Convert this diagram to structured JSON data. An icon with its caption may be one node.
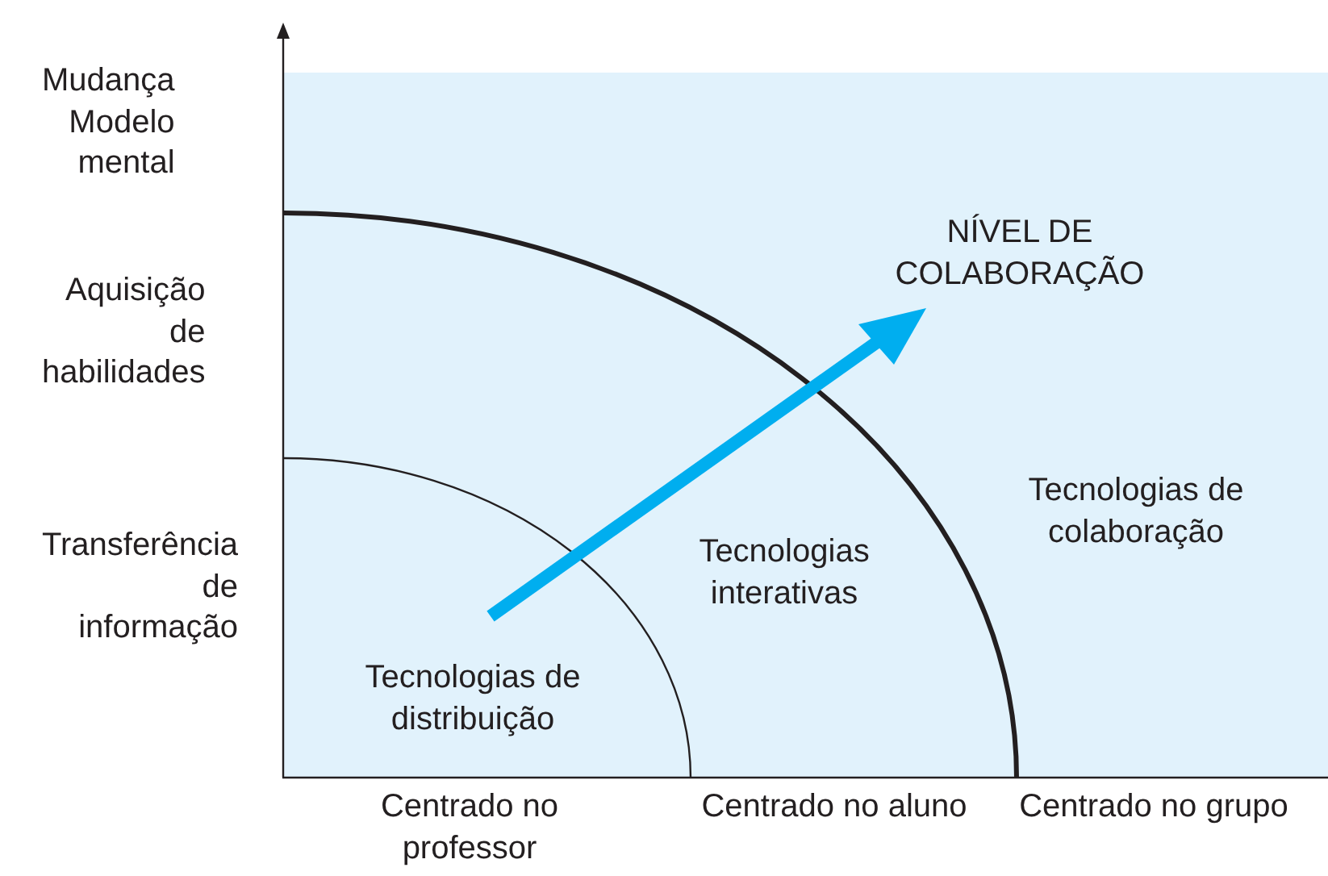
{
  "diagram": {
    "labels": [
      "Mudança Modelo mental",
      "NÍVEL DE COLABORAÇÃO",
      "Aquisição de habilidades",
      "Tecnologias de colaboração",
      "Transferência de informação",
      "Tecnologias interativas",
      "Tecnologias de distribuição",
      "Centrado no professor",
      "Centrado no aluno",
      "Centrado no grupo"
    ]
  }
}
